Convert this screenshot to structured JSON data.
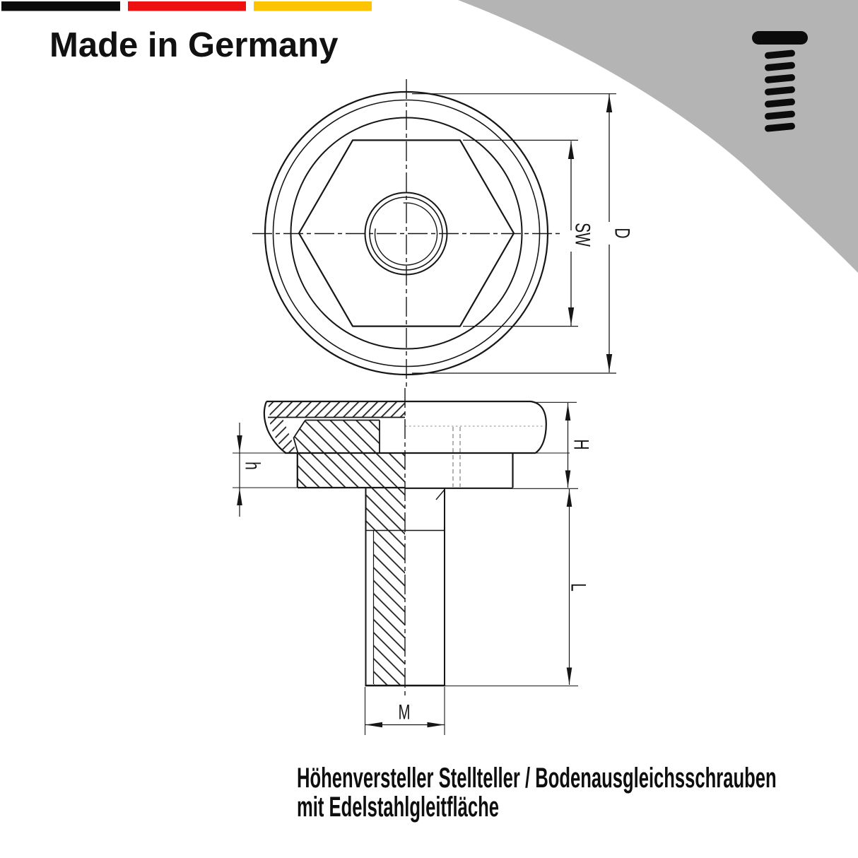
{
  "header": {
    "title": "Made in Germany",
    "flag_colors": {
      "black": "#0b0b0b",
      "red": "#ee1111",
      "gold": "#fdc500"
    }
  },
  "corner_badge": {
    "background": "#b4b4b4",
    "icon": "screw-icon"
  },
  "drawing": {
    "top_view": {
      "labels": {
        "sw": "SW",
        "d": "D"
      }
    },
    "side_view": {
      "labels": {
        "H": "H",
        "h": "h",
        "L": "L",
        "M": "M"
      }
    }
  },
  "caption": {
    "line1": "Höhenversteller Stellteller / Bodenausgleichsschrauben",
    "line2": "mit Edelstahlgleitfläche"
  }
}
